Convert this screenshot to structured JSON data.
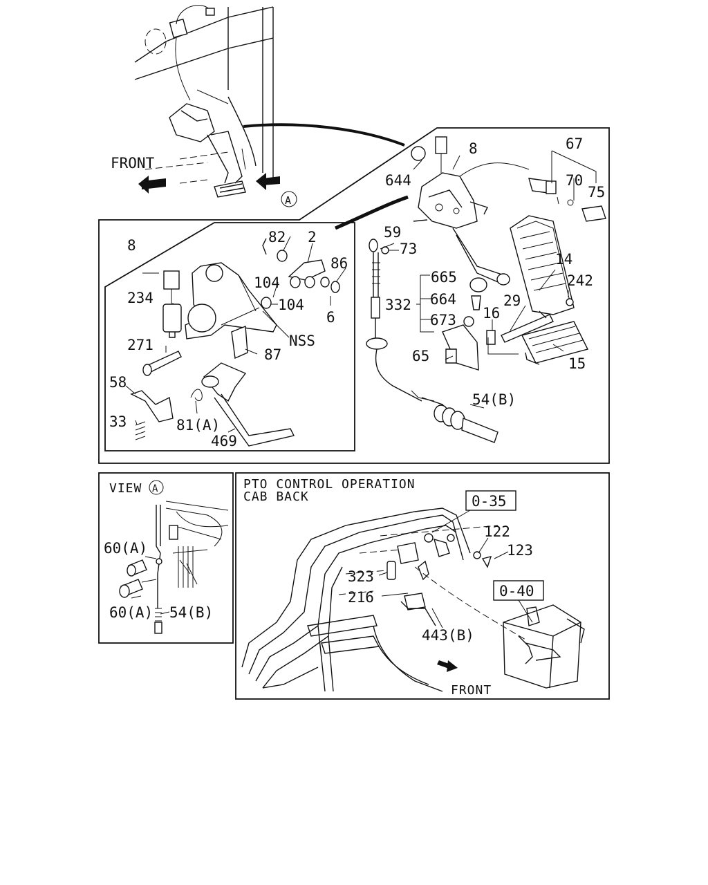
{
  "main_panel": {
    "front_label": "FRONT",
    "view_marker": "A",
    "callouts": {
      "c644": "644",
      "c8a": "8",
      "c67": "67",
      "c70": "70",
      "c75": "75",
      "c59": "59",
      "c73": "73",
      "c14": "14",
      "c242": "242",
      "c665": "665",
      "c664": "664",
      "c673": "673",
      "c332": "332",
      "c16": "16",
      "c29": "29",
      "c65": "65",
      "c15": "15",
      "c54b": "54(B)"
    }
  },
  "exploded_panel": {
    "callouts": {
      "c8b": "8",
      "c82": "82",
      "c2": "2",
      "c86": "86",
      "c104a": "104",
      "c104b": "104",
      "c6": "6",
      "c234": "234",
      "cNSS": "NSS",
      "c271": "271",
      "c87": "87",
      "c58": "58",
      "c33": "33",
      "c81a": "81(A)",
      "c469": "469"
    }
  },
  "view_panel": {
    "title": "VIEW",
    "marker": "A",
    "callouts": {
      "c60a1": "60(A)",
      "c60a2": "60(A)",
      "c54b": "54(B)"
    }
  },
  "pto_panel": {
    "title_line1": "PTO CONTROL OPERATION",
    "title_line2": "CAB BACK",
    "ref_box_1": "0-35",
    "ref_box_2": "0-40",
    "front_label": "FRONT",
    "callouts": {
      "c122": "122",
      "c123": "123",
      "c323": "323",
      "c216": "216",
      "c443b": "443(B)"
    }
  }
}
